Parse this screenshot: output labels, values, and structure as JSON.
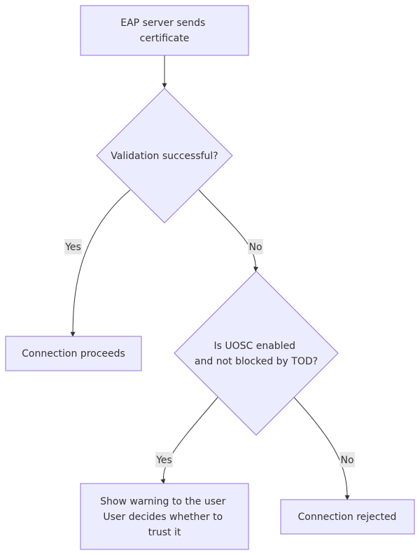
{
  "diagram": {
    "type": "flowchart",
    "colors": {
      "node_fill": "#ECECFF",
      "node_stroke": "#9370DB",
      "edge": "#333333",
      "label_bg": "#e8e8e8",
      "text": "#333333"
    },
    "nodes": {
      "start": {
        "lines": [
          "EAP server sends",
          "certificate"
        ]
      },
      "validation": {
        "lines": [
          "Validation successful?"
        ]
      },
      "proceeds": {
        "lines": [
          "Connection proceeds"
        ]
      },
      "uosc": {
        "lines": [
          "Is UOSC enabled",
          "and not blocked by TOD?"
        ]
      },
      "warning": {
        "lines": [
          "Show warning to the user",
          "User decides whether to",
          "trust it"
        ]
      },
      "rejected": {
        "lines": [
          "Connection rejected"
        ]
      }
    },
    "edges": {
      "start_to_validation": {
        "from": "start",
        "to": "validation",
        "label": ""
      },
      "validation_yes": {
        "from": "validation",
        "to": "proceeds",
        "label": "Yes"
      },
      "validation_no": {
        "from": "validation",
        "to": "uosc",
        "label": "No"
      },
      "uosc_yes": {
        "from": "uosc",
        "to": "warning",
        "label": "Yes"
      },
      "uosc_no": {
        "from": "uosc",
        "to": "rejected",
        "label": "No"
      }
    }
  }
}
